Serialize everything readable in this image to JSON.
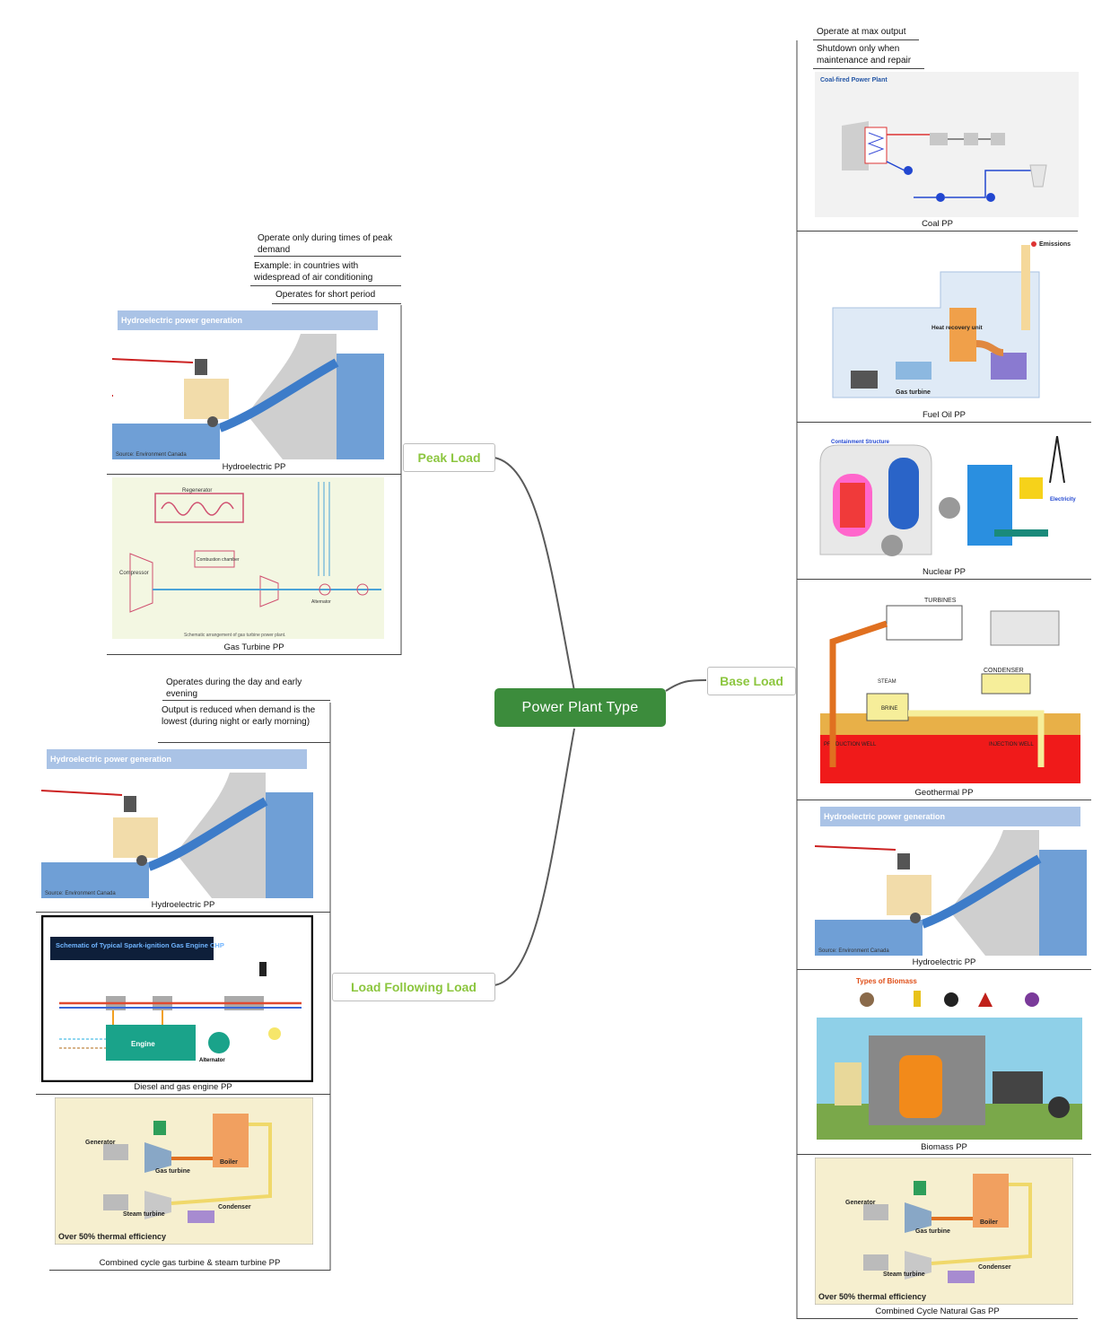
{
  "central": {
    "label": "Power Plant Type"
  },
  "branches": {
    "peak": {
      "label": "Peak Load",
      "notes": [
        "Operate only during times of peak demand",
        "Example: in countries with widespread of air conditioning",
        "Operates for short period"
      ],
      "images": [
        {
          "caption": "Hydroelectric PP"
        },
        {
          "caption": "Gas Turbine PP"
        }
      ]
    },
    "load_following": {
      "label": "Load Following Load",
      "notes": [
        "Operates during the day and early evening",
        "Output is reduced when demand is the lowest (during night or early morning)"
      ],
      "images": [
        {
          "caption": "Hydroelectric PP"
        },
        {
          "caption": "Diesel and gas engine PP"
        },
        {
          "caption": "Combined cycle gas turbine & steam turbine PP"
        }
      ]
    },
    "base": {
      "label": "Base Load",
      "notes": [
        "Operate at max output",
        "Shutdown only when maintenance and repair"
      ],
      "images": [
        {
          "caption": "Coal PP"
        },
        {
          "caption": "Fuel Oil PP"
        },
        {
          "caption": "Nuclear PP"
        },
        {
          "caption": "Geothermal PP"
        },
        {
          "caption": "Hydroelectric PP"
        },
        {
          "caption": "Biomass PP"
        },
        {
          "caption": "Combined Cycle Natural Gas PP"
        }
      ]
    }
  },
  "diagram_labels": {
    "hydro_title": "Hydroelectric power generation",
    "hydro_source": "Source: Environment Canada",
    "coal_title": "Coal-fired Power Plant",
    "engine_title": "Schematic of Typical Spark-ignition Gas Engine CHP",
    "engine_label": "Engine",
    "alternator_label": "Alternator",
    "cc_efficiency": "Over 50% thermal efficiency",
    "cc_gas_turbine": "Gas turbine",
    "cc_steam_turbine": "Steam turbine",
    "cc_boiler": "Boiler",
    "cc_condenser": "Condenser",
    "cc_generator": "Generator",
    "biomass_title": "Types of Biomass",
    "geo_turbines": "TURBINES",
    "geo_condenser": "CONDENSER",
    "geo_brine": "BRINE",
    "geo_steam": "STEAM",
    "geo_production": "PRODUCTION WELL",
    "geo_injection": "INJECTION WELL",
    "oil_emissions": "Emissions",
    "oil_gas_turbine": "Gas turbine",
    "oil_heat_recovery": "Heat recovery unit",
    "nuclear_containment": "Containment Structure",
    "nuclear_electricity": "Electricity",
    "gt_regenerator": "Regenerator",
    "gt_compressor": "Compressor",
    "gt_combustion": "Combustion chamber",
    "gt_alternator": "Alternator",
    "gt_caption": "Schematic arrangement of gas turbine power plant."
  },
  "colors": {
    "central_bg": "#3c8c3c",
    "branch_text": "#8cc63f",
    "link": "#555555"
  }
}
